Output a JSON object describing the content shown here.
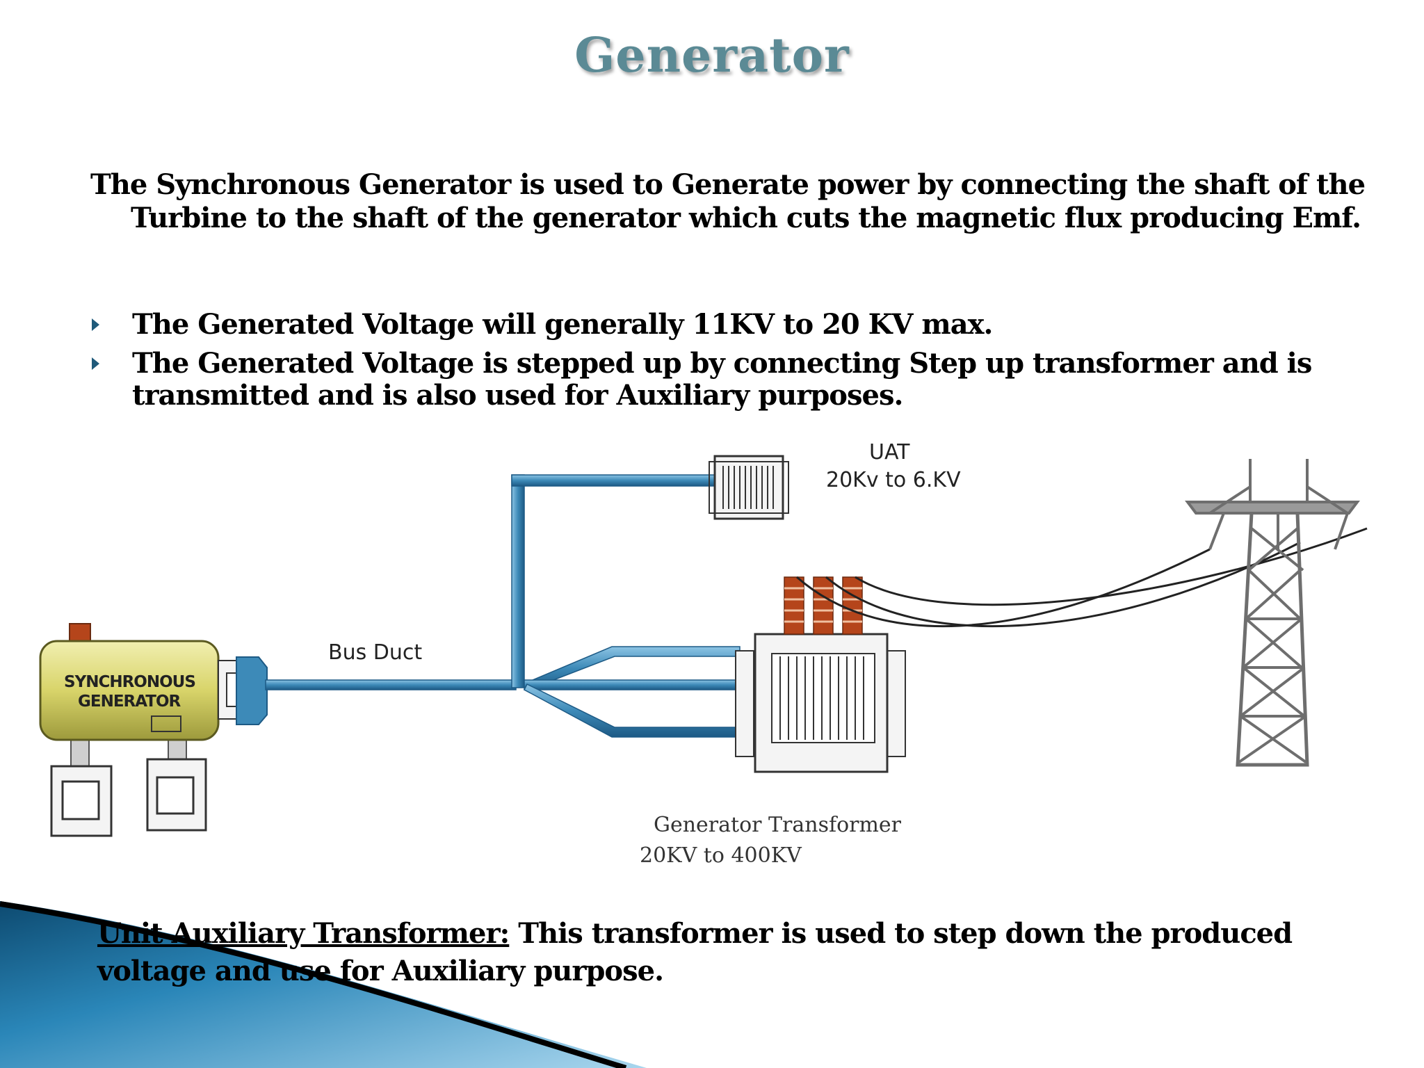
{
  "title": "Generator",
  "intro": "The Synchronous Generator is used to Generate power by connecting the shaft of the Turbine to the shaft of the generator which cuts the magnetic flux producing Emf.",
  "bullets": [
    {
      "text": "The Generated Voltage will generally 11KV to 20 KV max."
    },
    {
      "text": "The Generated Voltage is stepped up by connecting Step up transformer and is transmitted and is also used for Auxiliary purposes."
    }
  ],
  "diagram": {
    "generator_label_line1": "SYNCHRONOUS",
    "generator_label_line2": "GENERATOR",
    "bus_duct_label": "Bus Duct",
    "uat_label": "UAT",
    "uat_rating": "20Kv to 6.KV",
    "gt_label": "Generator   Transformer",
    "gt_rating": "20KV to 400KV"
  },
  "footer_note": {
    "term": "Unit Auxiliary Transformer:",
    "text": " This transformer is used to step down the produced voltage and use for Auxiliary purpose."
  },
  "colors": {
    "title": "#5b8a95",
    "bus_duct": "#3d8ab8",
    "generator_body": "#d8d46a",
    "insulator": "#b5451b",
    "accent_swoosh": "#1f6f9a"
  },
  "icons": [
    "bullet-arrow-icon",
    "generator-icon",
    "transformer-icon",
    "transmission-tower-icon"
  ]
}
